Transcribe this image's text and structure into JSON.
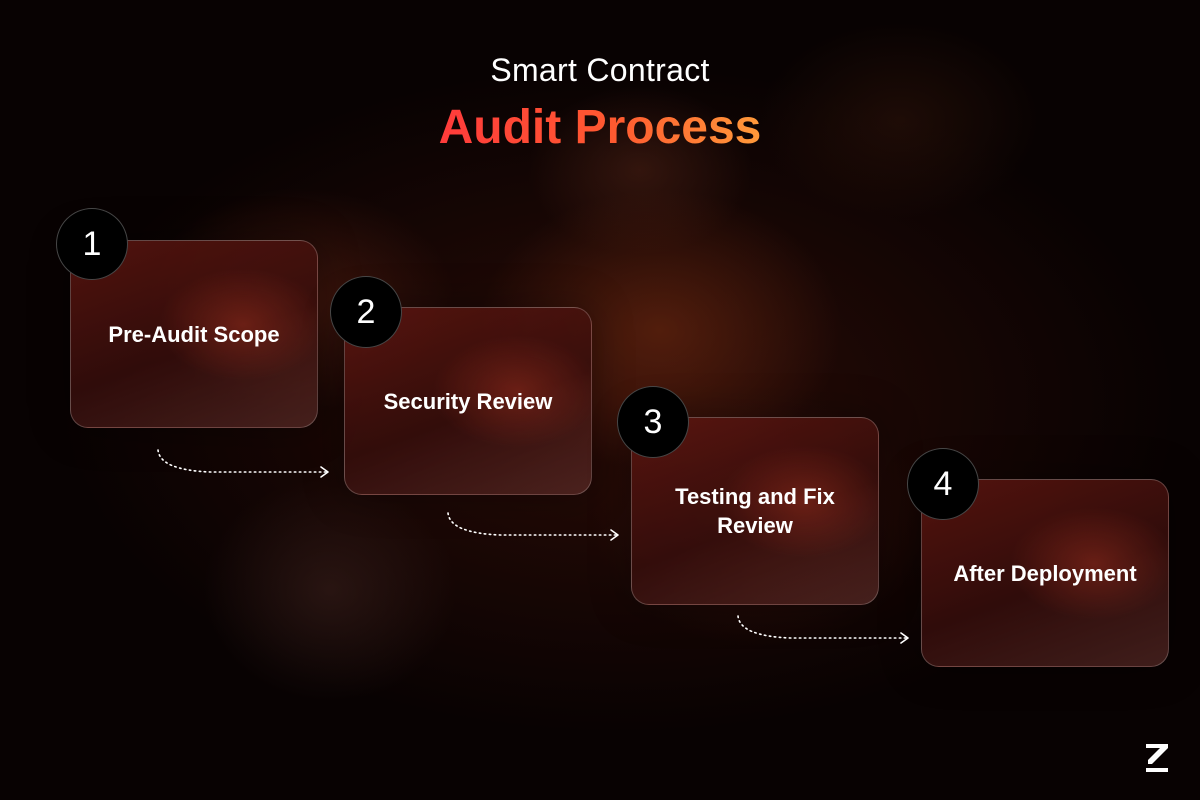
{
  "title": {
    "line1": "Smart Contract",
    "line2": "Audit Process"
  },
  "steps": [
    {
      "number": "1",
      "label": "Pre-Audit Scope"
    },
    {
      "number": "2",
      "label": "Security Review"
    },
    {
      "number": "3",
      "label": "Testing and Fix Review"
    },
    {
      "number": "4",
      "label": "After Deployment"
    }
  ],
  "logo": {
    "icon": "brand-logo-z-icon"
  },
  "colors": {
    "background": "#0c0404",
    "title_accent_start": "#ff3b3b",
    "title_accent_end": "#ff9a3a",
    "card_fill": "#5f1610",
    "badge_fill": "#000000"
  }
}
